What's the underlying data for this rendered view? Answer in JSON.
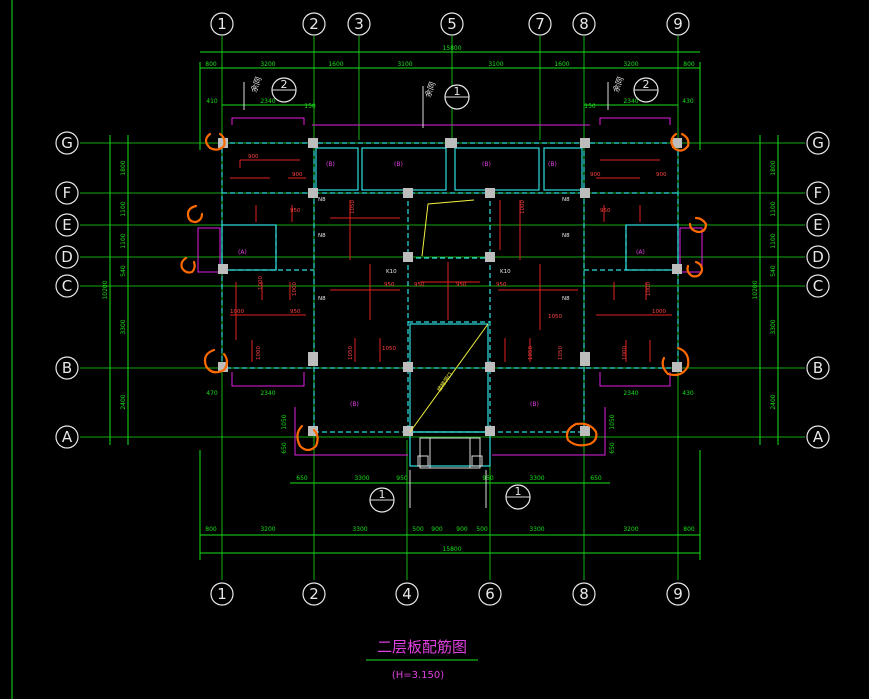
{
  "drawing": {
    "title": "二层板配筋图",
    "subtitle": "(H=3.150)",
    "overall_dimension": "15800"
  },
  "colors": {
    "background": "#000000",
    "dimension": "#19e019",
    "axis_text": "#e8e8e8",
    "beam": "#2fe0e0",
    "rebar": "#e02020",
    "room_label": "#e040e0",
    "markup": "#ff6a00"
  },
  "axes": {
    "top": [
      "1",
      "2",
      "3",
      "5",
      "7",
      "8",
      "9"
    ],
    "bottom": [
      "1",
      "2",
      "4",
      "6",
      "8",
      "9"
    ],
    "rows": [
      "G",
      "F",
      "E",
      "D",
      "C",
      "B",
      "A"
    ]
  },
  "dims": {
    "top_segments": [
      "800",
      "3200",
      "1600",
      "3100",
      "3100",
      "1600",
      "3200",
      "800"
    ],
    "top_sub_left": [
      "410",
      "2340",
      "150"
    ],
    "top_sub_right": [
      "150",
      "2340",
      "430"
    ],
    "bottom_axes": [
      "800",
      "3200",
      "3300",
      "500",
      "900",
      "900",
      "500",
      "3300",
      "3200",
      "800"
    ],
    "bottom_stair": [
      "650",
      "3300",
      "950",
      "950",
      "3300",
      "650"
    ],
    "left_rows": [
      "1800",
      "1100",
      "1100",
      "540",
      "3300",
      "2400"
    ],
    "left_total": "10200",
    "right_rows": [
      "1800",
      "1100",
      "1100",
      "540",
      "3300",
      "2400"
    ],
    "right_total": "10200",
    "lower_left": [
      "470",
      "2340",
      "1050",
      "650"
    ],
    "lower_right": [
      "430",
      "2340",
      "1050",
      "650"
    ]
  },
  "sections": {
    "top_left": {
      "label": "余同",
      "num": "2"
    },
    "top_mid": {
      "label": "余同",
      "num": "1"
    },
    "top_right": {
      "label": "余同",
      "num": "2"
    },
    "bottom_left": {
      "num": "1"
    },
    "bottom_right": {
      "num": "1"
    }
  },
  "rooms": {
    "b_labels": [
      "(B)",
      "(B)",
      "(B)",
      "(B)",
      "(B)",
      "(B)"
    ],
    "a_labels": [
      "(A)",
      "(A)"
    ]
  },
  "rebar_marks": {
    "n8": [
      "N8",
      "N8",
      "N8",
      "N8",
      "N8",
      "N8"
    ],
    "k10": [
      "K10",
      "K10"
    ],
    "values": [
      "900",
      "900",
      "950",
      "1000",
      "1000",
      "950",
      "1000",
      "1000",
      "1050",
      "1050",
      "1050",
      "950",
      "950",
      "950",
      "950",
      "1000",
      "1050",
      "1050",
      "900",
      "900",
      "950",
      "1000",
      "1000",
      "1000",
      "1050"
    ]
  },
  "stair_note": "楼梯洞口"
}
